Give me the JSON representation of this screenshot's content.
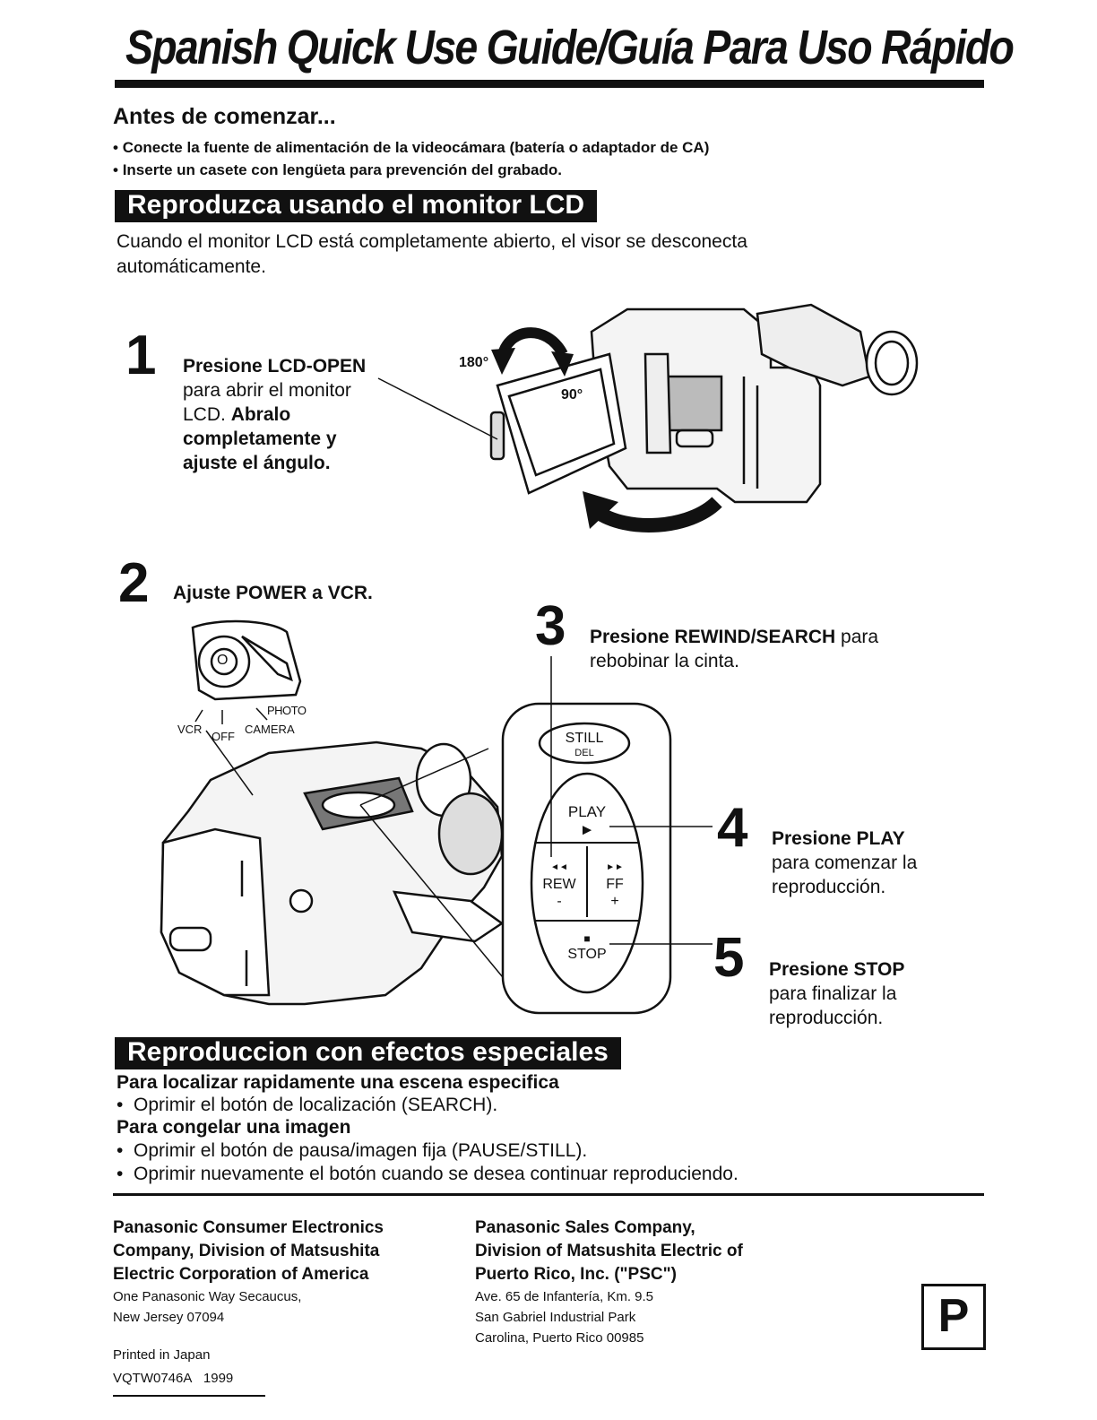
{
  "title": "Spanish Quick Use Guide/Guía Para Uso Rápido",
  "intro": {
    "heading": "Antes de comenzar...",
    "bullets": [
      "Conecte la fuente de alimentación de la videocámara (batería o adaptador de CA)",
      "Inserte un casete con lengüeta para prevención del grabado."
    ]
  },
  "section1": {
    "banner": "Reproduzca usando el monitor LCD",
    "text_line1": "Cuando el monitor LCD está completamente abierto, el visor se desconecta",
    "text_line2": "automáticamente."
  },
  "step1": {
    "number": "1",
    "line1": "Presione LCD-OPEN",
    "line2": "para abrir el monitor",
    "line3a": "LCD. ",
    "line3b": "Abralo",
    "line4": "completamente y",
    "line5": "ajuste el ángulo.",
    "angle1": "180°",
    "angle2": "90°"
  },
  "step2": {
    "number": "2",
    "text": "Ajuste POWER a VCR.",
    "dial_center": "O",
    "label_photo": "PHOTO",
    "label_vcr": "VCR",
    "label_off": "OFF",
    "label_camera": "CAMERA"
  },
  "step3": {
    "number": "3",
    "text_bold": "Presione REWIND/SEARCH",
    "text_rest": " para",
    "line2": "rebobinar la cinta."
  },
  "buttons": {
    "still": "STILL",
    "del": "DEL",
    "play": "PLAY",
    "play_symbol": "►",
    "rew": "REW",
    "rew_symbol": "◄◄",
    "rew_sign": "-",
    "ff": "FF",
    "ff_symbol": "►►",
    "ff_sign": "+",
    "stop": "STOP",
    "stop_symbol": "■"
  },
  "step4": {
    "number": "4",
    "line1": "Presione PLAY",
    "line2": "para comenzar la",
    "line3": "reproducción."
  },
  "step5": {
    "number": "5",
    "line1": "Presione STOP",
    "line2": "para finalizar la",
    "line3": "reproducción."
  },
  "section2": {
    "banner": "Reproduccion con efectos especiales",
    "sub1": "Para localizar rapidamente una escena especifica",
    "bullet1": "Oprimir el botón de localización (SEARCH).",
    "sub2": "Para congelar una imagen",
    "bullet2": "Oprimir el botón de pausa/imagen fija (PAUSE/STILL).",
    "bullet3": "Oprimir nuevamente el botón cuando se desea continuar reproduciendo."
  },
  "footer": {
    "left": {
      "line1": "Panasonic Consumer Electronics",
      "line2": "Company, Division of Matsushita",
      "line3": "Electric Corporation of America",
      "addr1": "One Panasonic Way Secaucus,",
      "addr2": "New Jersey 07094"
    },
    "right": {
      "line1": "Panasonic Sales Company,",
      "line2": "Division of Matsushita Electric of",
      "line3": "Puerto Rico, Inc. (\"PSC\")",
      "addr1": "Ave. 65 de Infantería, Km. 9.5",
      "addr2": "San Gabriel Industrial Park",
      "addr3": "Carolina, Puerto Rico 00985"
    },
    "printed": "Printed in Japan",
    "code": "VQTW0746A",
    "year": "1999",
    "badge": "P"
  }
}
